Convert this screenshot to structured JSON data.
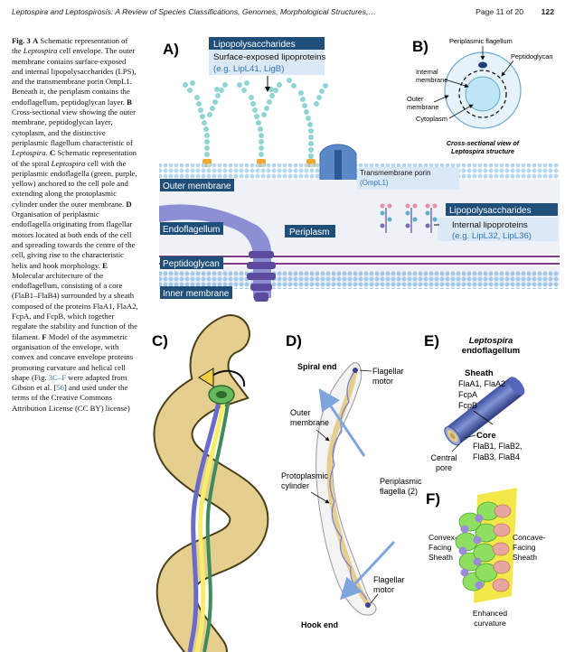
{
  "header": {
    "running_title": "Leptospira and Leptospirosis: A Review of Species Classifications, Genomes, Morphological Structures,…",
    "page_label": "Page 11 of 20",
    "page_number": "122"
  },
  "caption": {
    "fig": "Fig. 3",
    "a_label": "A",
    "a_text_1": " Schematic representation of the ",
    "a_genus": "Leptospira",
    "a_text_2": " cell envelope. The outer membrane contains surface-exposed and internal lipopolysaccharides (LPS), and the transmembrane porin OmpL1. Beneath it, the periplasm contains the endoflagellum, peptidoglycan layer.",
    "b_label": "B",
    "b_text_1": " Cross-sectional view showing the outer membrane, peptidoglycan layer, cytoplasm, and the distinctive periplasmic flagellum characteristic of ",
    "b_genus": "Leptospira",
    "b_text_2": ".",
    "c_label": "C",
    "c_text_1": " Schematic representation of the spiral ",
    "c_genus": "Leptospira",
    "c_text_2": " cell with the periplasmic endoflagella (green, purple, yellow) anchored to the cell pole and extending along the protoplasmic cylinder under the outer membrane.",
    "d_label": "D",
    "d_text": " Organisation of periplasmic endoflagella originating from flagellar motors located at both ends of the cell and spreading towards the centre of the cell, giving rise to the characteristic helix and hook morphology.",
    "e_label": "E",
    "e_text": " Molecular architecture of the endoflagellum, consisting of a core (FlaB1–FlaB4) surrounded by a sheath composed of the proteins FlaA1, FlaA2, FcpA, and FcpB, which together regulate the stability and function of the filament.",
    "f_label": "F",
    "f_text_1": " Model of the asymmetric organisation of the envelope, with convex and concave envelope proteins promoting curvature and helical cell shape (Fig. ",
    "f_ref": "3C–F",
    "f_text_2": " were adapted from Gibson et al. [",
    "f_cite": "56",
    "f_text_3": "] and used under the terms of the Creative Commons Attribution License (CC BY) license)"
  },
  "panel_a": {
    "letter": "A)",
    "lps_top": "Lipopolysaccharides",
    "surface_lipo": "Surface-exposed lipoproteins",
    "surface_lipo_eg": "(e.g. LipL41, LigB)",
    "outer_membrane": "Outer membrane",
    "porin": "Transmembrane porin",
    "porin_eg": "(OmpL1)",
    "lps_right": "Lipopolysaccharides",
    "internal_lipo": "Internal lipoproteins",
    "internal_lipo_eg": "(e.g. LipL32, LipL36)",
    "endoflagellum": "Endoflagellum",
    "periplasm": "Periplasm",
    "peptidoglycan": "Peptidoglycan",
    "inner_membrane": "Inner membrane"
  },
  "panel_b": {
    "letter": "B)",
    "periplasmic_flagellum": "Periplasmic flagellum",
    "peptidoglycan": "Peptidoglycan",
    "internal_membrane_1": "Internal",
    "internal_membrane_2": "membrane",
    "outer_membrane_1": "Outer",
    "outer_membrane_2": "membrane",
    "cytoplasm": "Cytoplasm",
    "title_1": "Cross-sectional view of",
    "title_2": "Leptospira structure"
  },
  "panel_c": {
    "letter": "C)"
  },
  "panel_d": {
    "letter": "D)",
    "spiral_end": "Spiral end",
    "hook_end": "Hook end",
    "motor_top_1": "Flagellar",
    "motor_top_2": "motor",
    "outer_1": "Outer",
    "outer_2": "membrane",
    "proto_1": "Protoplasmic",
    "proto_2": "cylinder",
    "peri_1": "Periplasmic",
    "peri_2": "flagella (2)",
    "motor_bot_1": "Flagellar",
    "motor_bot_2": "motor"
  },
  "panel_e": {
    "letter": "E)",
    "title_1": "Leptospira",
    "title_2": "endoflagellum",
    "sheath": "Sheath",
    "sheath_1": "FlaA1, FlaA2",
    "sheath_2": "FcpA",
    "sheath_3": "FcpB",
    "core": "Core",
    "core_1": "FlaB1, FlaB2,",
    "core_2": "FlaB3, FlaB4",
    "pore_1": "Central",
    "pore_2": "pore"
  },
  "panel_f": {
    "letter": "F)",
    "convex_1": "Convex-",
    "convex_2": "Facing",
    "convex_3": "Sheath",
    "concave_1": "Concave-",
    "concave_2": "Facing",
    "concave_3": "Sheath",
    "enh_1": "Enhanced",
    "enh_2": "curvature"
  },
  "colors": {
    "label_fill": "#1f4e79",
    "label_light": "#dbe8f5",
    "link_blue": "#2e75b6",
    "lps_bead": "#8fd5d3",
    "membrane_bead": "#b7d7ee",
    "flagellum_purple": "#6a5aa8",
    "cell_tan": "#e5cf8e"
  }
}
